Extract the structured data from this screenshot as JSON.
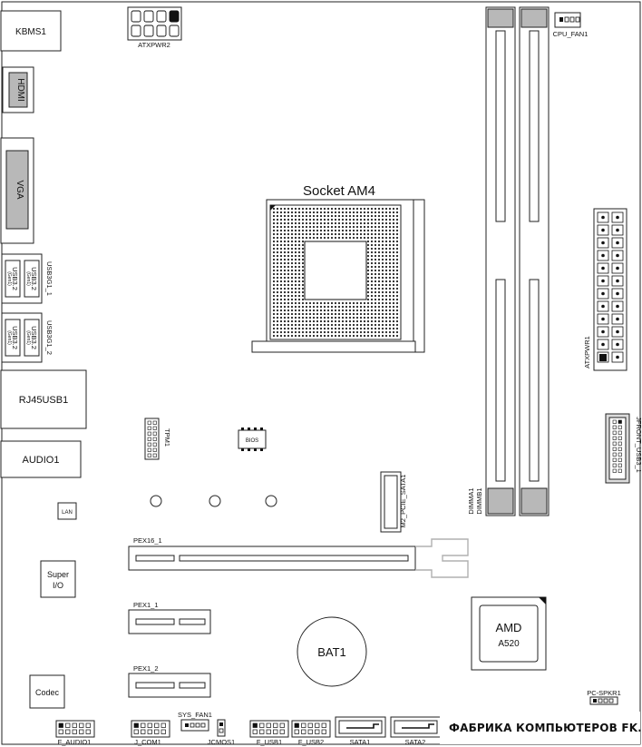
{
  "board": {
    "socket": "Socket AM4",
    "chipset_brand": "AMD",
    "chipset_model": "A520",
    "battery": "BAT1",
    "super_io_line1": "Super",
    "super_io_line2": "I/O",
    "codec": "Codec",
    "lan": "LAN",
    "bios": "BIOS"
  },
  "rear_io": {
    "kbms": "KBMS1",
    "hdmi": "HDMI",
    "vga": "VGA",
    "usb_group1": "USB3G1_1",
    "usb_group2": "USB3G1_2",
    "usb_port": "USB3.2",
    "usb_gen": "(Gen1)",
    "rj45": "RJ45USB1",
    "audio": "AUDIO1"
  },
  "connectors": {
    "atxpwr2": "ATXPWR2",
    "cpu_fan": "CPU_FAN1",
    "atxpwr1": "ATXPWR1",
    "dimm_a1": "DIMMA1",
    "dimm_b1": "DIMMB1",
    "jfront_usb3": "JFRONT_USB3_1",
    "tpm": "TPM1",
    "m2": "M2_PCIE_SATA1",
    "pex16": "PEX16_1",
    "pex1_1": "PEX1_1",
    "pex1_2": "PEX1_2",
    "pc_spkr": "PC-SPKR1",
    "f_audio": "F_AUDIO1",
    "j_com": "J_COM1",
    "sys_fan": "SYS_FAN1",
    "jcmos": "JCMOS1",
    "f_usb1": "F_USB1",
    "f_usb2": "F_USB2",
    "sata1": "SATA1",
    "sata2": "SATA2"
  },
  "watermark": {
    "text": "ФАБРИКА КОМПЬЮТЕРОВ FK.BY",
    "icon": "diamond-logo-icon"
  }
}
